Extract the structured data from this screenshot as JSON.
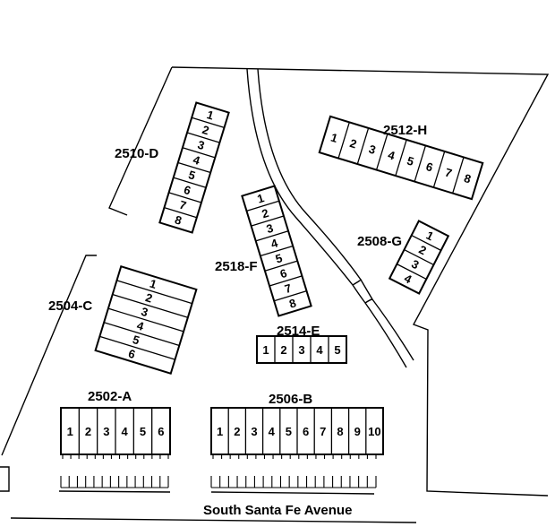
{
  "street_name": "South Santa Fe Avenue",
  "buildings": [
    {
      "id": "2510-D",
      "units": [
        "1",
        "2",
        "3",
        "4",
        "5",
        "6",
        "7",
        "8"
      ]
    },
    {
      "id": "2512-H",
      "units": [
        "1",
        "2",
        "3",
        "4",
        "5",
        "6",
        "7",
        "8"
      ]
    },
    {
      "id": "2518-F",
      "units": [
        "1",
        "2",
        "3",
        "4",
        "5",
        "6",
        "7",
        "8"
      ]
    },
    {
      "id": "2508-G",
      "units": [
        "1",
        "2",
        "3",
        "4"
      ]
    },
    {
      "id": "2504-C",
      "units": [
        "1",
        "2",
        "3",
        "4",
        "5",
        "6"
      ]
    },
    {
      "id": "2514-E",
      "units": [
        "1",
        "2",
        "3",
        "4",
        "5"
      ]
    },
    {
      "id": "2502-A",
      "units": [
        "1",
        "2",
        "3",
        "4",
        "5",
        "6"
      ]
    },
    {
      "id": "2506-B",
      "units": [
        "1",
        "2",
        "3",
        "4",
        "5",
        "6",
        "7",
        "8",
        "9",
        "10"
      ]
    }
  ]
}
